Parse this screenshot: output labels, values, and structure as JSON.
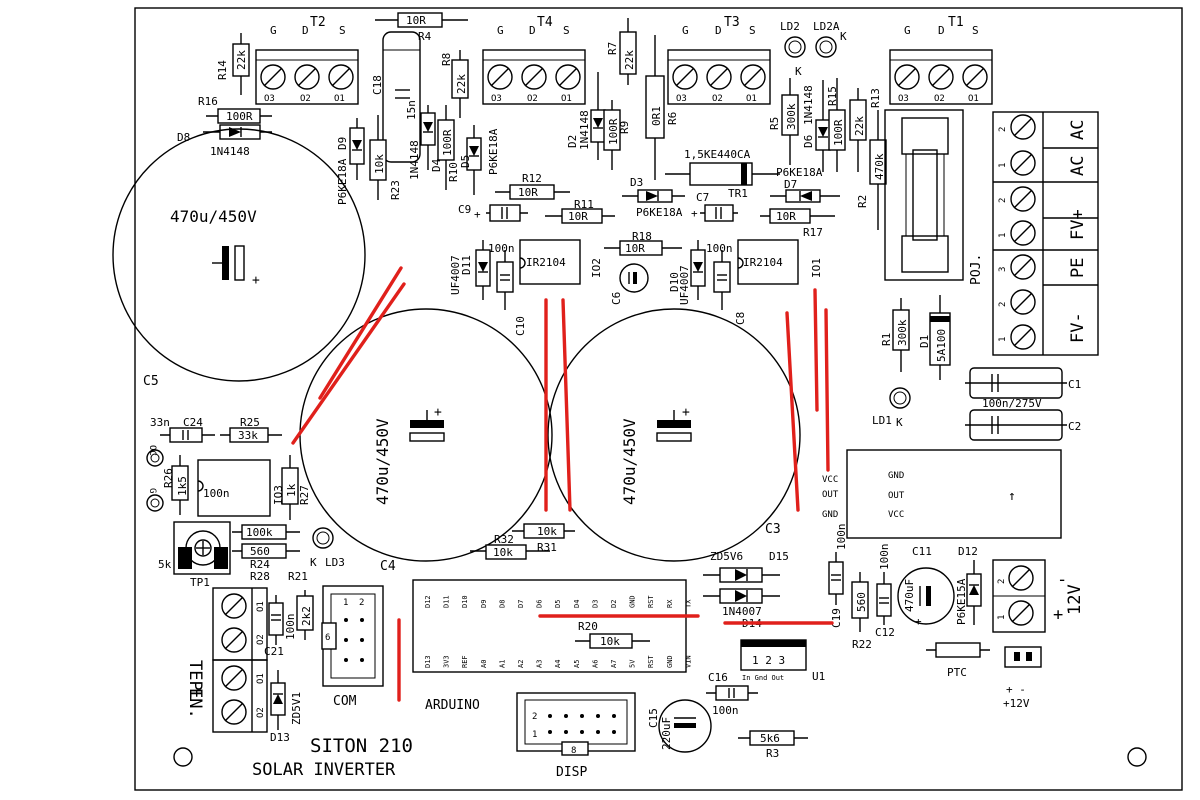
{
  "board": {
    "title": "SITON 210",
    "subtitle": "SOLAR INVERTER"
  },
  "transistors": [
    {
      "name": "T2",
      "pins": [
        "G",
        "D",
        "S"
      ],
      "pads": [
        "O3",
        "O2",
        "O1"
      ]
    },
    {
      "name": "T4",
      "pins": [
        "G",
        "D",
        "S"
      ],
      "pads": [
        "O3",
        "O2",
        "O1"
      ]
    },
    {
      "name": "T3",
      "pins": [
        "G",
        "D",
        "S"
      ],
      "pads": [
        "O3",
        "O2",
        "O1"
      ]
    },
    {
      "name": "T1",
      "pins": [
        "G",
        "D",
        "S"
      ],
      "pads": [
        "O3",
        "O2",
        "O1"
      ]
    }
  ],
  "resistors": {
    "R1": "300k",
    "R2": "470k",
    "R3": "5k6",
    "R4": "10R",
    "R5": "300k",
    "R6": "0R1",
    "R7": "22k",
    "R8": "22k",
    "R9": "100R",
    "R10": "100R",
    "R11": "10R",
    "R12": "10R",
    "R13": "22k",
    "R14": "22k",
    "R15": "100R",
    "R16": "100R",
    "R17": "10R",
    "R18": "10R",
    "R20": "10k",
    "R21": "2k2",
    "R22": "560",
    "R23": "10k",
    "R24": "560",
    "R25": "33k",
    "R26": "1k5",
    "R27": "1k",
    "R28": "100k",
    "R31": "10k",
    "R32": "10k"
  },
  "capacitors": {
    "C1": "100n/275V",
    "C3": "470u/450V",
    "C4": "470u/450V",
    "C5": "470u/450V",
    "C11": "470uF",
    "C15": "220uF",
    "C18": "15n",
    "C24": "33n",
    "C8": "100n",
    "C10": "100n",
    "C12": "100n",
    "C16": "100n",
    "C21": "100n",
    "C19": "100n",
    "C7": "C7",
    "C9": "C9",
    "C6": "C6",
    "C2": "C2"
  },
  "diodes": {
    "D1": "5A100",
    "D2": "1N4148",
    "D3": "P6KE18A",
    "D4": "1N4148",
    "D5": "P6KE18A",
    "D6": "1N4148",
    "D7": "P6KE18A",
    "D8": "1N4148",
    "D9": "P6KE18A",
    "D10": "UF4007",
    "D11": "UF4007",
    "D12": "P6KE15A",
    "D13": "ZD5V1",
    "D14": "1N4007",
    "D15": "ZD5V6",
    "TR1": "1,5KE440CA"
  },
  "ics": {
    "IO1": "IR2104",
    "IO2": "IR2104",
    "IO3": "IO3",
    "U1": "U1"
  },
  "leds": [
    "LD1",
    "LD2",
    "LD2A",
    "LD3"
  ],
  "led_mark": "K",
  "trimmer": {
    "name": "TP1",
    "value": "5k"
  },
  "power_terminal": {
    "labels": [
      "AC",
      "AC",
      "FV+",
      "PE",
      "FV-"
    ],
    "pins": [
      "2",
      "1",
      "2",
      "1",
      "3",
      "2",
      "1"
    ],
    "name": "POJ."
  },
  "module": {
    "pins": [
      "GND",
      "OUT",
      "VCC"
    ],
    "arrow": "↑",
    "edge_labels": [
      "VCC",
      "OUT",
      "GND"
    ]
  },
  "arduino": {
    "label": "ARDUINO",
    "top_pins": [
      "D12",
      "D11",
      "D10",
      "D9",
      "D8",
      "D7",
      "D6",
      "D5",
      "D4",
      "D3",
      "D2",
      "GND",
      "RST",
      "RX",
      "TX"
    ],
    "bottom_pins": [
      "D13",
      "3V3",
      "REF",
      "A0",
      "A1",
      "A2",
      "A3",
      "A4",
      "A5",
      "A6",
      "A7",
      "5V",
      "RST",
      "GND",
      "VIN"
    ]
  },
  "connectors": {
    "COM": {
      "label": "COM",
      "pins": [
        "1",
        "2",
        "6"
      ]
    },
    "DISP": {
      "label": "DISP",
      "pins": [
        "2",
        "1",
        "8"
      ]
    },
    "TEPL": {
      "label": "TEPL.",
      "pins": [
        "O1",
        "O2"
      ]
    },
    "EN": {
      "label": "EN.",
      "pins": [
        "O1",
        "O2"
      ]
    },
    "V12": {
      "label": "12V",
      "signs": [
        "-",
        "+"
      ],
      "pins": [
        "2",
        "1"
      ]
    },
    "jack": {
      "label": "+12V",
      "signs": "+ -"
    }
  },
  "regulator": {
    "pins": "1  2  3",
    "caption": "In Gnd  Out"
  },
  "ptc": "PTC",
  "side_pads": [
    "OC",
    "G"
  ]
}
